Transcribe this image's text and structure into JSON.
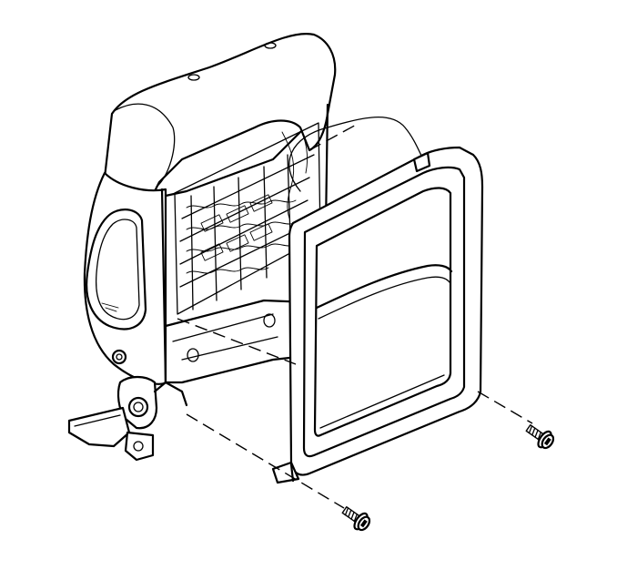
{
  "diagram": {
    "colors": {
      "line": "#000000",
      "background": "#ffffff"
    },
    "parts": [
      {
        "id": "seat-back-frame",
        "icon": "seat-back-frame-icon"
      },
      {
        "id": "back-panel",
        "icon": "back-panel-icon"
      },
      {
        "id": "screw-upper-right",
        "icon": "screw-icon"
      },
      {
        "id": "screw-lower",
        "icon": "screw-icon"
      }
    ]
  }
}
